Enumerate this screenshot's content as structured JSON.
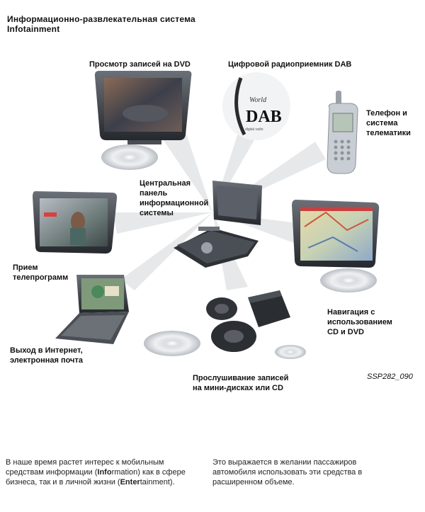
{
  "header": {
    "title_line1": "Информационно-развлекательная система",
    "title_line2": "Infotainment"
  },
  "labels": {
    "dvd": "Просмотр записей на DVD",
    "dab": "Цифровой радиоприемник DAB",
    "phone": "Телефон и\nсистема\nтелематики",
    "central": "Центральная\nпанель\nинформационной\nсистемы",
    "tv": "Прием\nтелепрограмм",
    "navigation": "Навигация с\nиспользованием\nCD и DVD",
    "internet": "Выход в Интернет,\nэлектронная почта",
    "audio": "Прослушивание записей\nна мини-дисках или CD"
  },
  "dab_logo": {
    "word": "World",
    "mark": "DAB",
    "tagline": "digital radio"
  },
  "figure_id": "SSP282_090",
  "body_text": {
    "left_p1": "В наше время растет интерес к мобильным средствам информации (",
    "left_b1": "Info",
    "left_p2": "rmation) как в сфере бизнеса, так и в личной жизни (",
    "left_b2": "Enter",
    "left_p3": "tainment).",
    "right": "Это выражается в желании пассажиров автомобиля использовать эти средства в расширенном объеме."
  },
  "colors": {
    "beam": "#e6e8ea",
    "device_dark": "#3a3d42",
    "disc": "#c9cdd2"
  }
}
